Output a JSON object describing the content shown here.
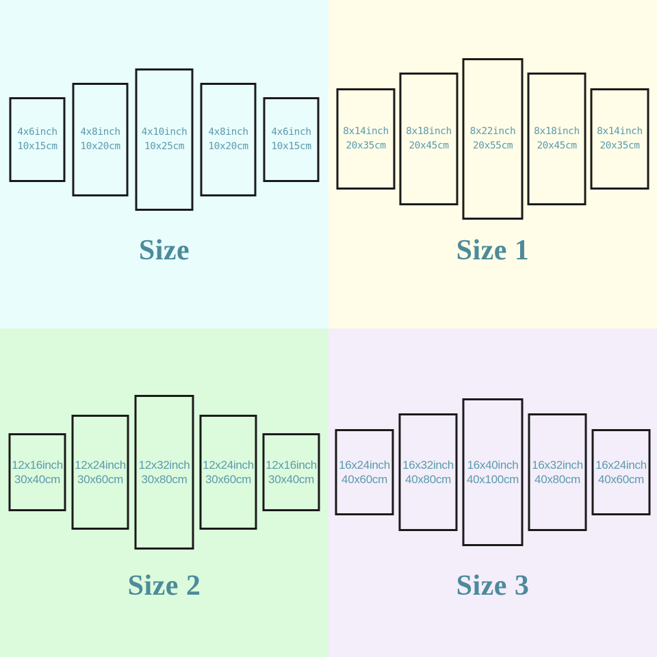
{
  "colors": {
    "panel_border": "#1a1a1a",
    "label_text": "#5b9aac",
    "title_text": "#4d8a9b",
    "bg_top_left": "#e9fdfd",
    "bg_top_right": "#fffde8",
    "bg_bottom_left": "#dcfadc",
    "bg_bottom_right": "#f3eefa"
  },
  "quadrants": [
    {
      "title": "Size",
      "bg": "#e9fdfd",
      "panels": [
        {
          "inch": "4x6inch",
          "cm": "10x15cm"
        },
        {
          "inch": "4x8inch",
          "cm": "10x20cm"
        },
        {
          "inch": "4x10inch",
          "cm": "10x25cm"
        },
        {
          "inch": "4x8inch",
          "cm": "10x20cm"
        },
        {
          "inch": "4x6inch",
          "cm": "10x15cm"
        }
      ]
    },
    {
      "title": "Size 1",
      "bg": "#fffde8",
      "panels": [
        {
          "inch": "8x14inch",
          "cm": "20x35cm"
        },
        {
          "inch": "8x18inch",
          "cm": "20x45cm"
        },
        {
          "inch": "8x22inch",
          "cm": "20x55cm"
        },
        {
          "inch": "8x18inch",
          "cm": "20x45cm"
        },
        {
          "inch": "8x14inch",
          "cm": "20x35cm"
        }
      ]
    },
    {
      "title": "Size 2",
      "bg": "#dcfadc",
      "panels": [
        {
          "inch": "12x16inch",
          "cm": "30x40cm"
        },
        {
          "inch": "12x24inch",
          "cm": "30x60cm"
        },
        {
          "inch": "12x32inch",
          "cm": "30x80cm"
        },
        {
          "inch": "12x24inch",
          "cm": "30x60cm"
        },
        {
          "inch": "12x16inch",
          "cm": "30x40cm"
        }
      ]
    },
    {
      "title": "Size 3",
      "bg": "#f3eefa",
      "panels": [
        {
          "inch": "16x24inch",
          "cm": "40x60cm"
        },
        {
          "inch": "16x32inch",
          "cm": "40x80cm"
        },
        {
          "inch": "16x40inch",
          "cm": "40x100cm"
        },
        {
          "inch": "16x32inch",
          "cm": "40x80cm"
        },
        {
          "inch": "16x24inch",
          "cm": "40x60cm"
        }
      ]
    }
  ]
}
